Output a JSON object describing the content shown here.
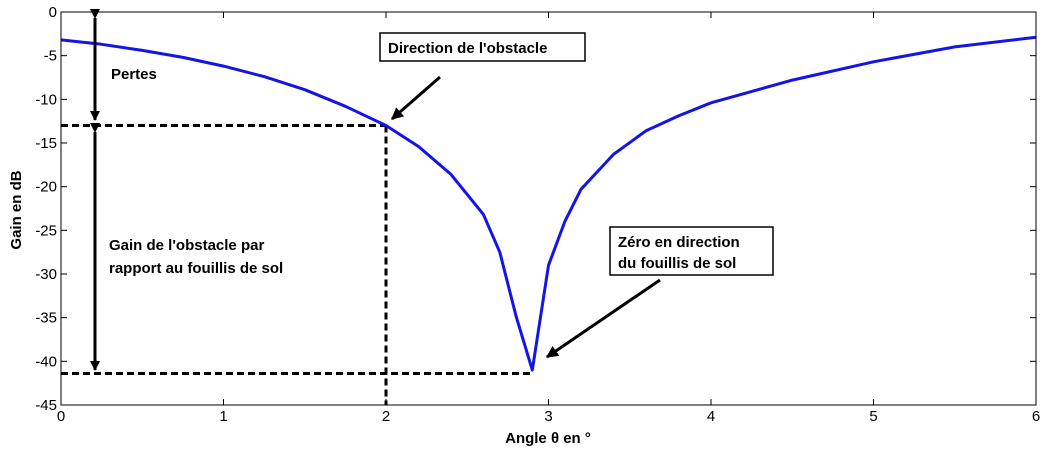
{
  "chart_data": {
    "type": "line",
    "xlabel": "Angle θ en °",
    "ylabel": "Gain en dB",
    "xlim": [
      0,
      6
    ],
    "ylim": [
      -45,
      0
    ],
    "grid": false,
    "x_ticks": [
      "0",
      "1",
      "2",
      "3",
      "4",
      "5",
      "6"
    ],
    "y_ticks": [
      "0",
      "-5",
      "-10",
      "-15",
      "-20",
      "-25",
      "-30",
      "-35",
      "-40",
      "-45"
    ],
    "series": [
      {
        "color": "#1414e6",
        "x": [
          0,
          0.25,
          0.5,
          0.75,
          1.0,
          1.25,
          1.5,
          1.75,
          2.0,
          2.2,
          2.4,
          2.6,
          2.7,
          2.8,
          2.9,
          3.0,
          3.1,
          3.2,
          3.4,
          3.6,
          3.8,
          4.0,
          4.5,
          5.0,
          5.5,
          6.0
        ],
        "y": [
          -3.2,
          -3.7,
          -4.4,
          -5.2,
          -6.2,
          -7.4,
          -8.9,
          -10.8,
          -13.0,
          -15.4,
          -18.6,
          -23.2,
          -27.5,
          -34.8,
          -41.0,
          -29.0,
          -24.0,
          -20.3,
          -16.3,
          -13.6,
          -11.9,
          -10.4,
          -7.8,
          -5.7,
          -4.0,
          -2.9
        ]
      }
    ],
    "reference_lines": [
      {
        "from": [
          0,
          -13.0
        ],
        "to": [
          2.0,
          -13.0
        ]
      },
      {
        "from": [
          2.0,
          -13.0
        ],
        "to": [
          2.0,
          -45
        ]
      },
      {
        "from": [
          0,
          -41.4
        ],
        "to": [
          2.9,
          -41.4
        ]
      }
    ],
    "annotations": [
      {
        "text": "Pertes"
      },
      {
        "text": "Direction de l'obstacle"
      },
      {
        "text": "Gain de l'obstacle par"
      },
      {
        "text": "rapport au fouillis de sol"
      },
      {
        "text": "Zéro en direction"
      },
      {
        "text": "du fouillis de sol"
      }
    ]
  }
}
